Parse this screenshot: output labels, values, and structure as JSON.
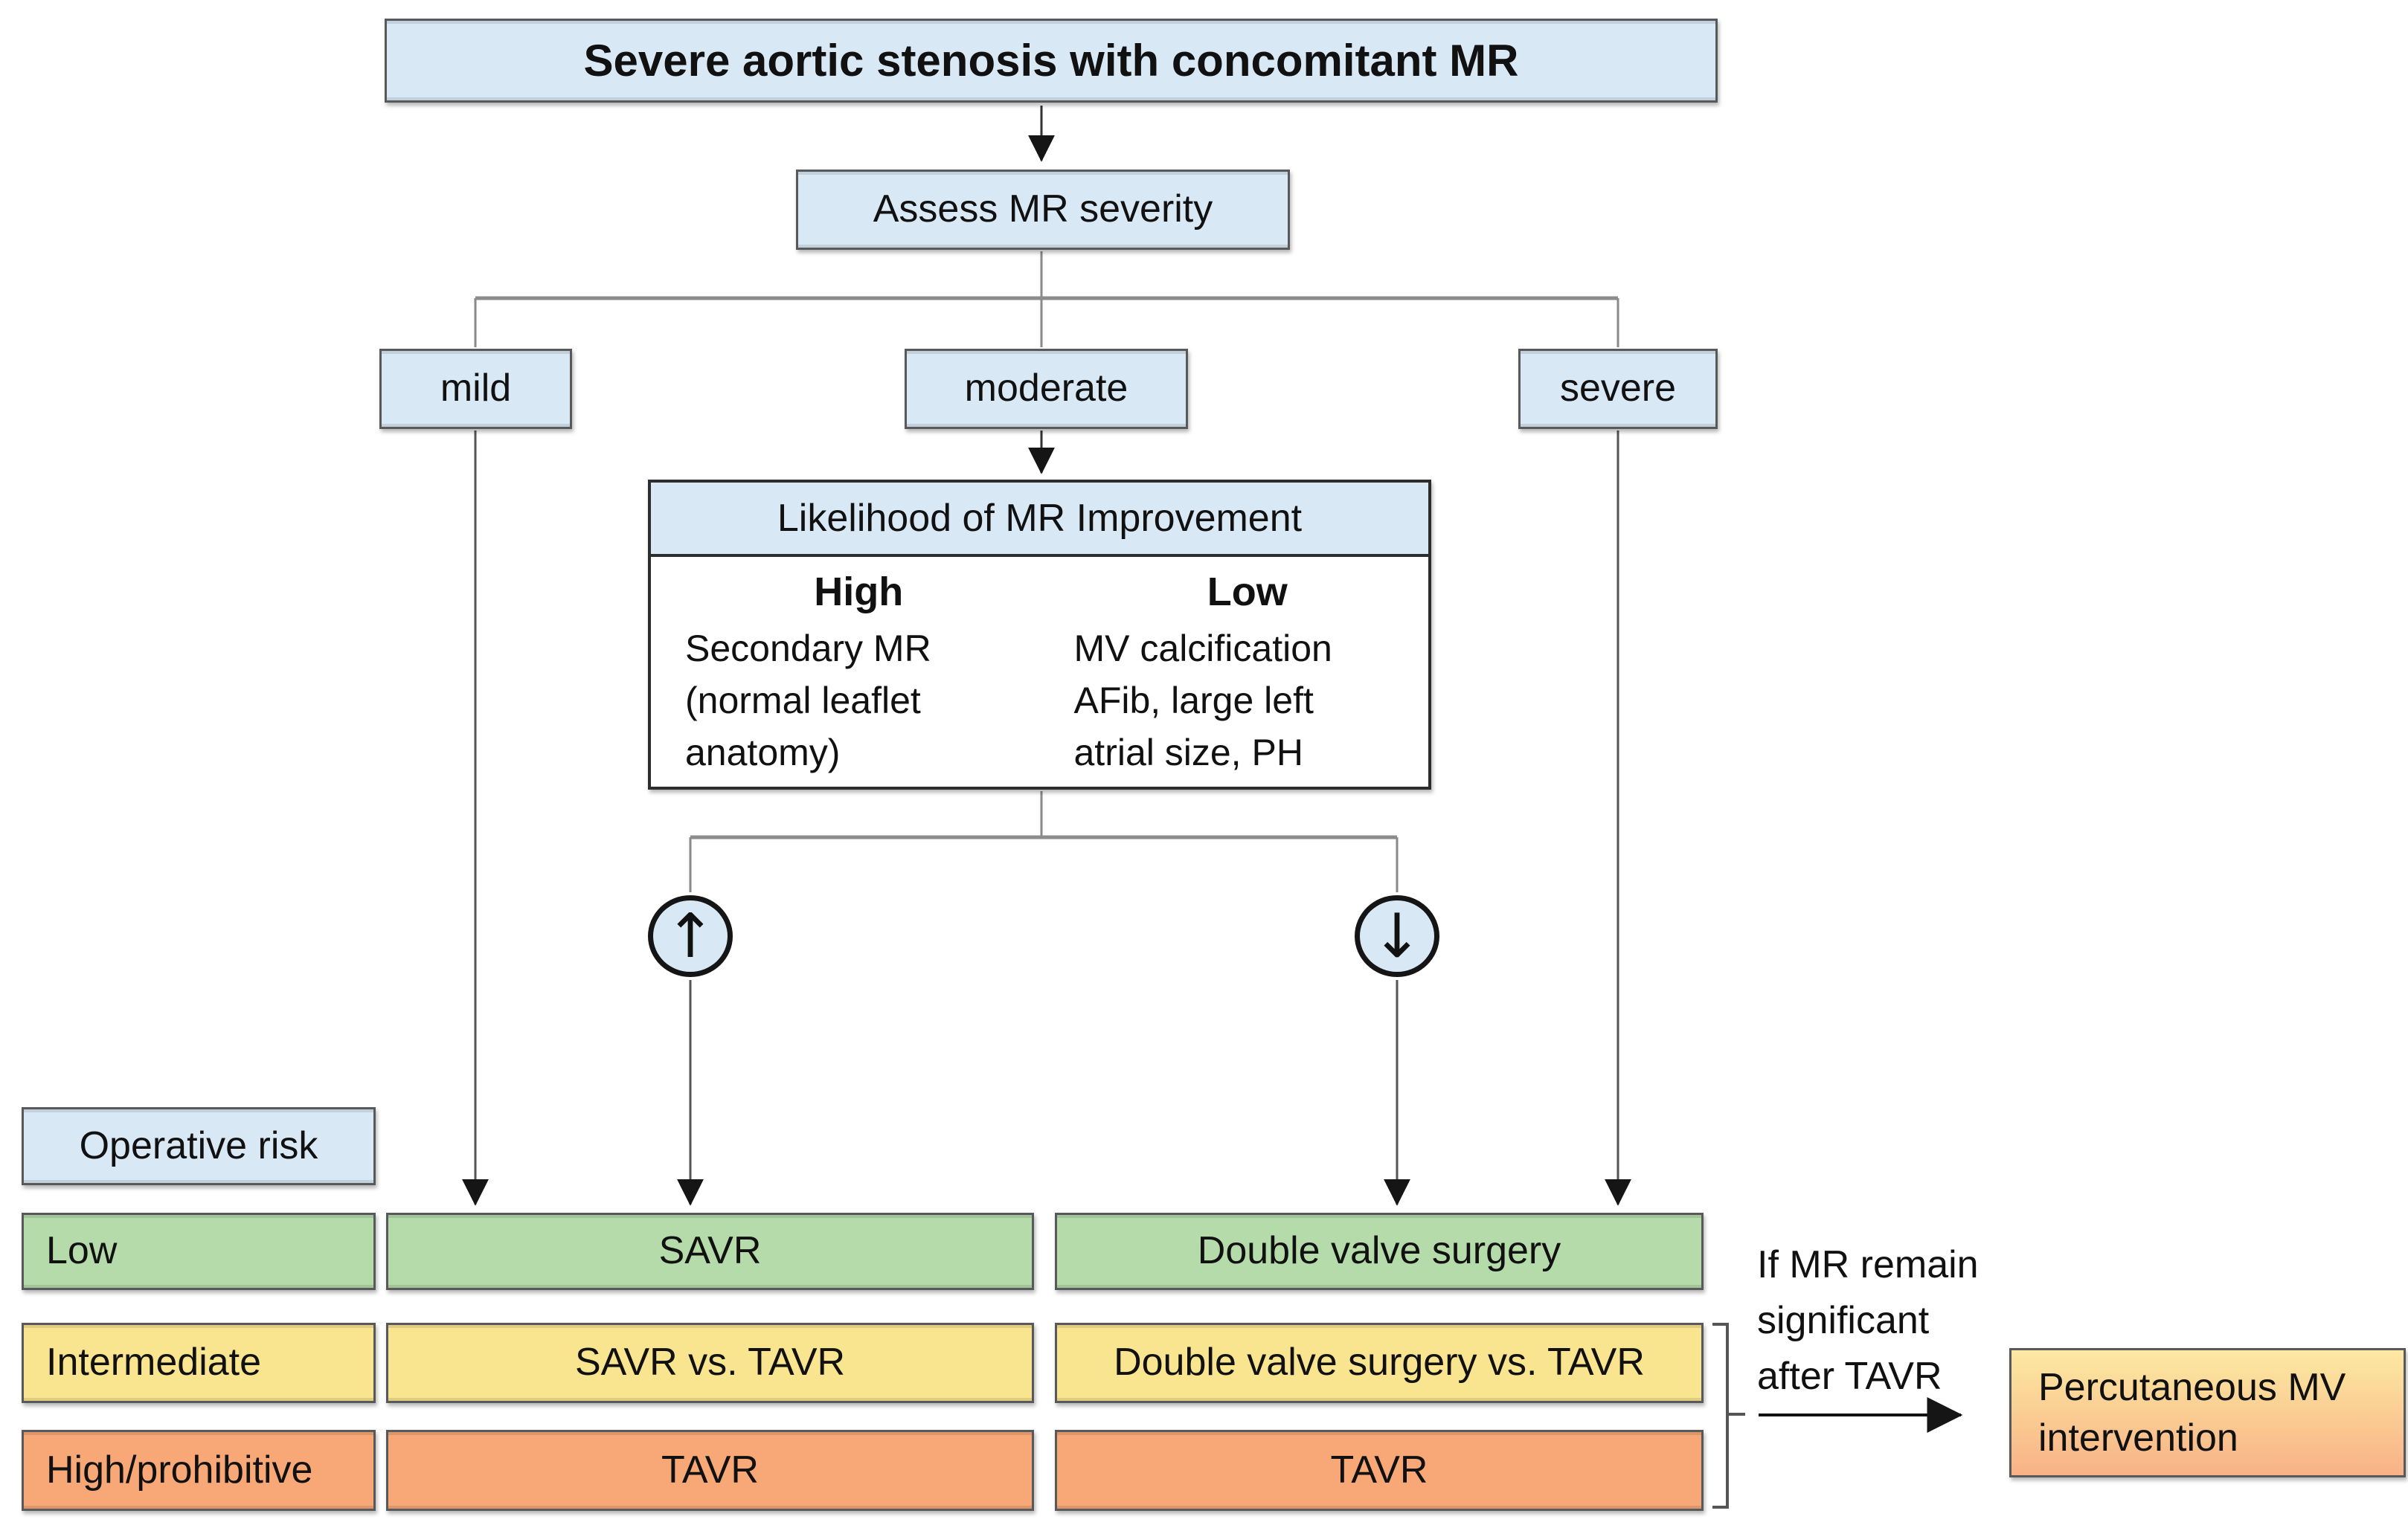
{
  "colors": {
    "blue": "#d9e8f5",
    "green": "#b6dbab",
    "yellow": "#f9e48f",
    "orange": "#f7a876",
    "gradTop": "#fce9a2",
    "gradBottom": "#f8b286"
  },
  "nodes": {
    "title": "Severe aortic stenosis with concomitant MR",
    "assess": "Assess MR severity",
    "severity": {
      "mild": "mild",
      "moderate": "moderate",
      "severe": "severe"
    },
    "likelihood": {
      "header": "Likelihood of MR Improvement",
      "high_title": "High",
      "high_desc": "Secondary MR\n(normal leaflet\nanatomy)",
      "low_title": "Low",
      "low_desc": "MV calcification\nAFib, large left\natrial size, PH"
    },
    "up_glyph": "↑",
    "down_glyph": "↓",
    "operative_risk": "Operative risk",
    "rows": [
      {
        "risk": "Low",
        "col2": "SAVR",
        "col3": "Double valve surgery"
      },
      {
        "risk": "Intermediate",
        "col2": "SAVR vs. TAVR",
        "col3": "Double valve surgery vs. TAVR"
      },
      {
        "risk": "High/prohibitive",
        "col2": "TAVR",
        "col3": "TAVR"
      }
    ],
    "note": "If MR remain\nsignificant\nafter TAVR",
    "percutaneous": "Percutaneous MV\nintervention"
  }
}
